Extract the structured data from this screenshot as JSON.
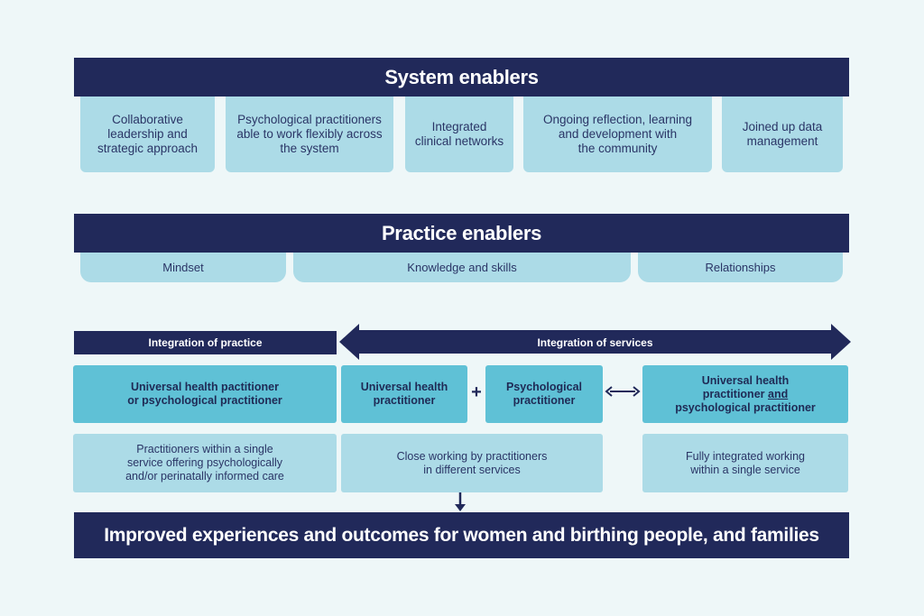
{
  "system": {
    "title": "System enablers",
    "items": [
      {
        "lines": [
          "Collaborative",
          "leadership and",
          "strategic approach"
        ]
      },
      {
        "lines": [
          "Psychological practitioners",
          "able to work flexibly across",
          "the system"
        ]
      },
      {
        "lines": [
          "Integrated",
          "clinical networks"
        ]
      },
      {
        "lines": [
          "Ongoing reflection, learning",
          "and development with",
          "the community"
        ]
      },
      {
        "lines": [
          "Joined up data",
          "management"
        ]
      }
    ]
  },
  "practice": {
    "title": "Practice enablers",
    "items": [
      "Mindset",
      "Knowledge and skills",
      "Relationships"
    ]
  },
  "integration": {
    "practice_label": "Integration of practice",
    "services_label": "Integration of services",
    "boxes": {
      "uhp_or_pp": [
        "Universal health pactitioner",
        "or psychological practitioner"
      ],
      "uhp": [
        "Universal health",
        "practitioner"
      ],
      "plus": "+",
      "pp": [
        "Psychological",
        "practitioner"
      ],
      "uhp_and_pp_line1": "Universal health",
      "uhp_and_pp_line2a": "practitioner ",
      "uhp_and_pp_line2b": "and",
      "uhp_and_pp_line3": "psychological practitioner"
    },
    "descriptions": [
      [
        "Practitioners within a single",
        "service offering psychologically",
        "and/or perinatally informed care"
      ],
      [
        "Close working by practitioners",
        "in different services"
      ],
      [
        "Fully integrated working",
        "within a single service"
      ]
    ]
  },
  "outcome": {
    "title": "Improved experiences and outcomes for women and birthing people, and families"
  },
  "colors": {
    "navy": "#21295a",
    "teal": "#5fc1d6",
    "light_blue": "#acdbe7",
    "background": "#eef7f8"
  }
}
